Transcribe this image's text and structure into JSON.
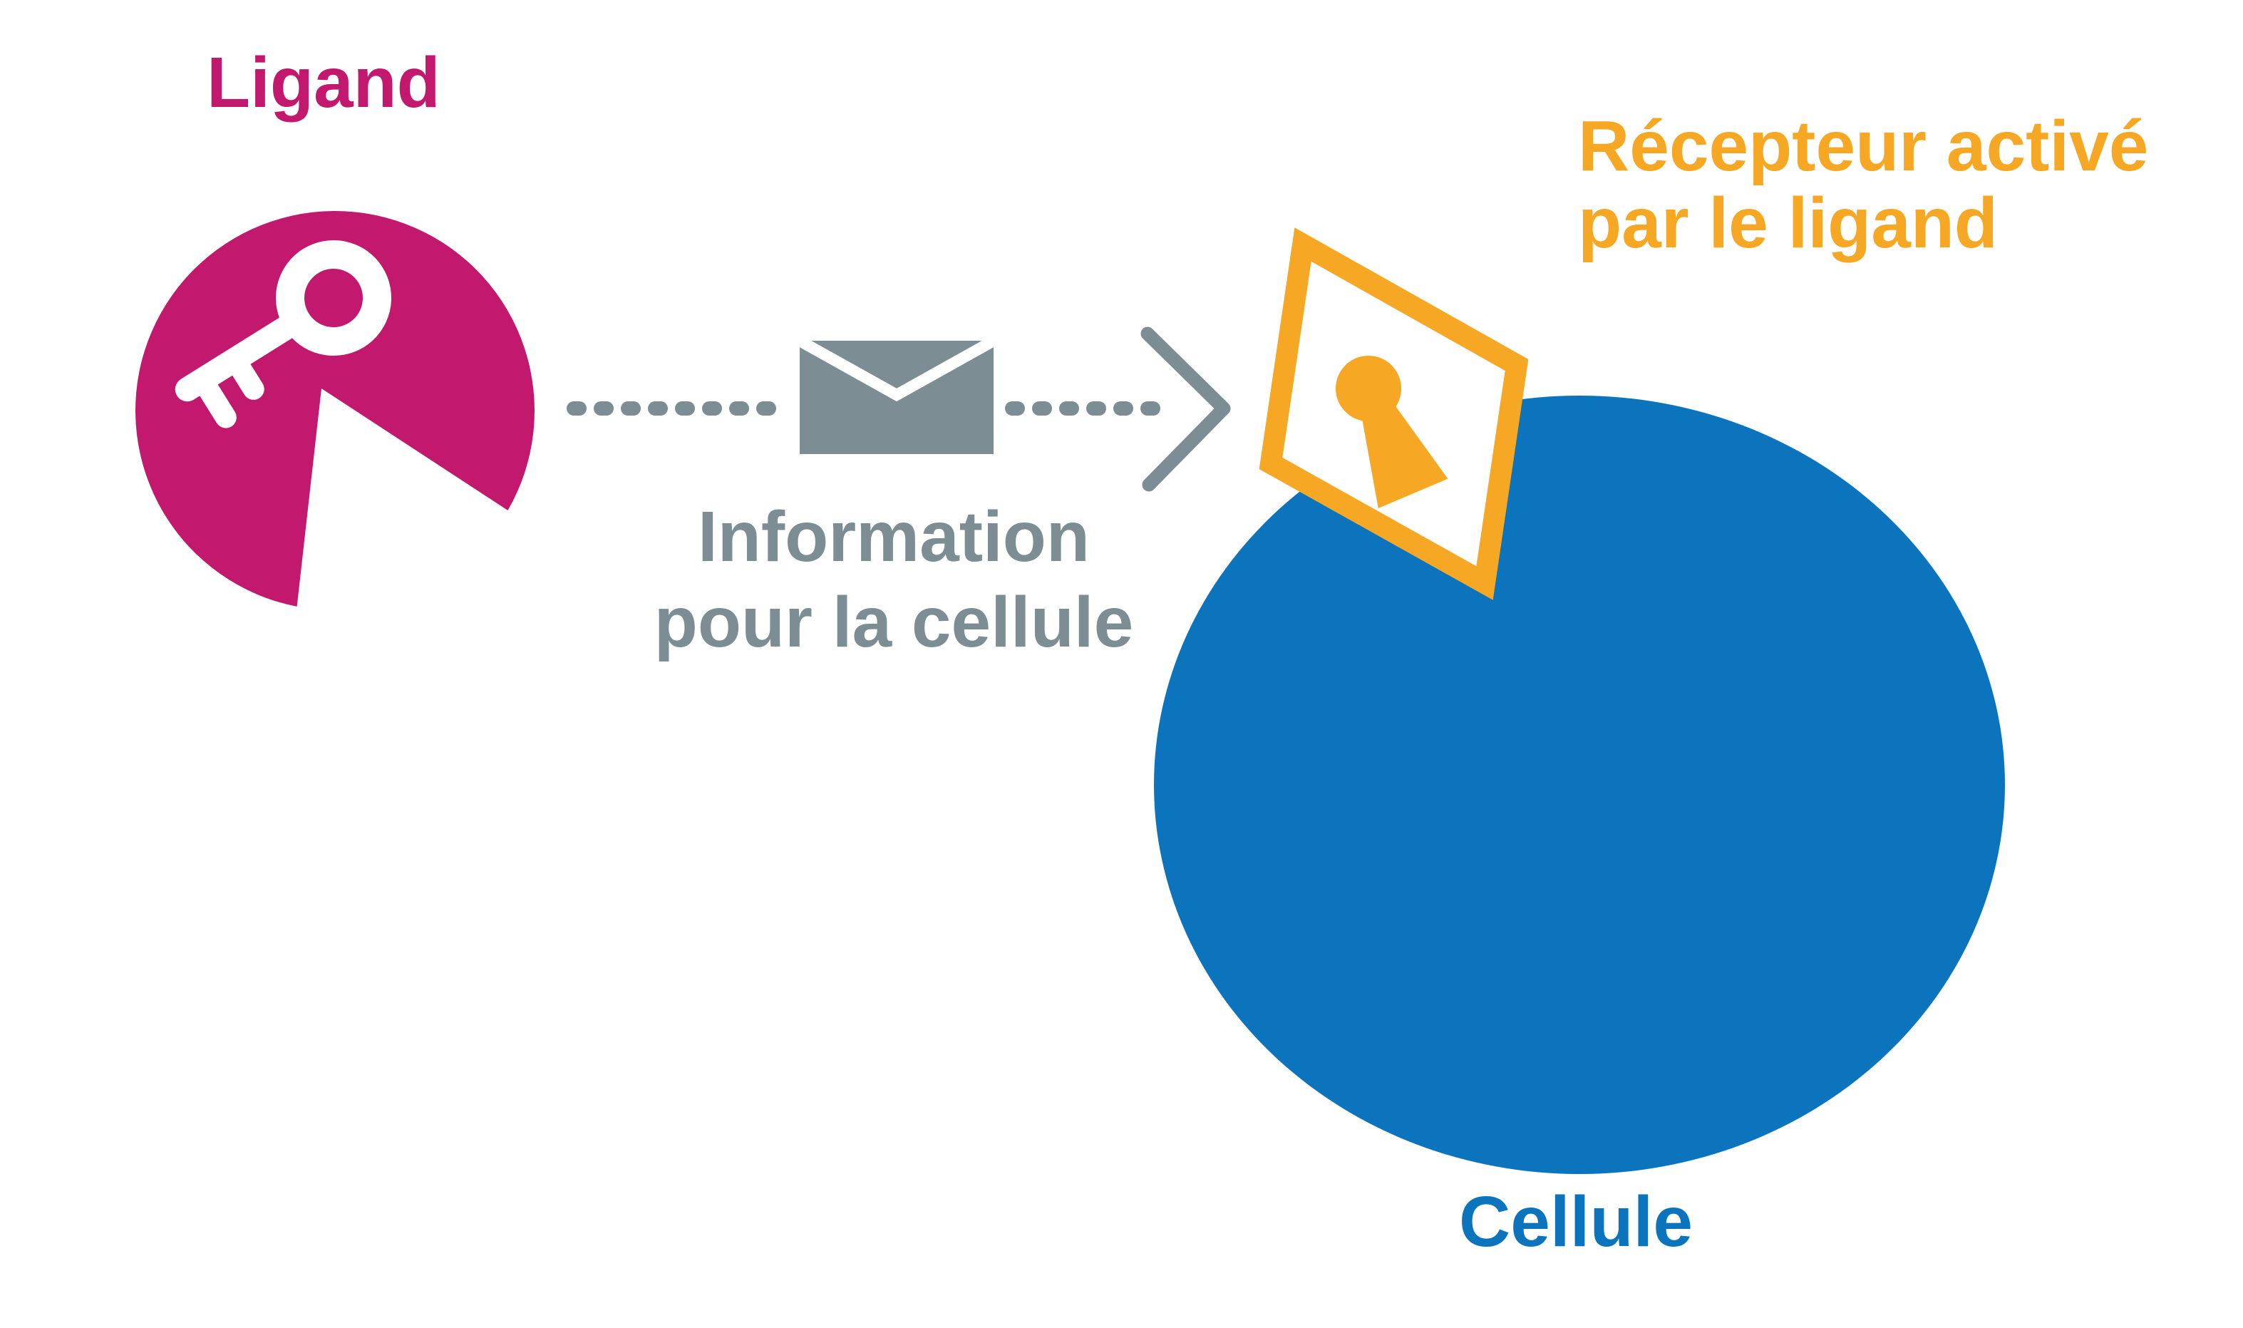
{
  "palette": {
    "magenta": "#C2186D",
    "blue": "#0B74BD",
    "orange": "#F6A724",
    "gray": "#7C8E93",
    "background": "#FFFFFF"
  },
  "diagram": {
    "ligand": {
      "label": "Ligand",
      "icon": "key-icon",
      "color": "#C2186D"
    },
    "message": {
      "line1": "Information",
      "line2": "pour la cellule",
      "icon": "envelope-icon",
      "arrow_icon": "chevron-right-icon",
      "arrow_style": "dashed",
      "color": "#7C8E93"
    },
    "receptor": {
      "label_line1": "Récepteur activé",
      "label_line2": "par le ligand",
      "icon": "keyhole-icon",
      "color": "#F6A724"
    },
    "cell": {
      "label": "Cellule",
      "color": "#0B74BD"
    }
  }
}
